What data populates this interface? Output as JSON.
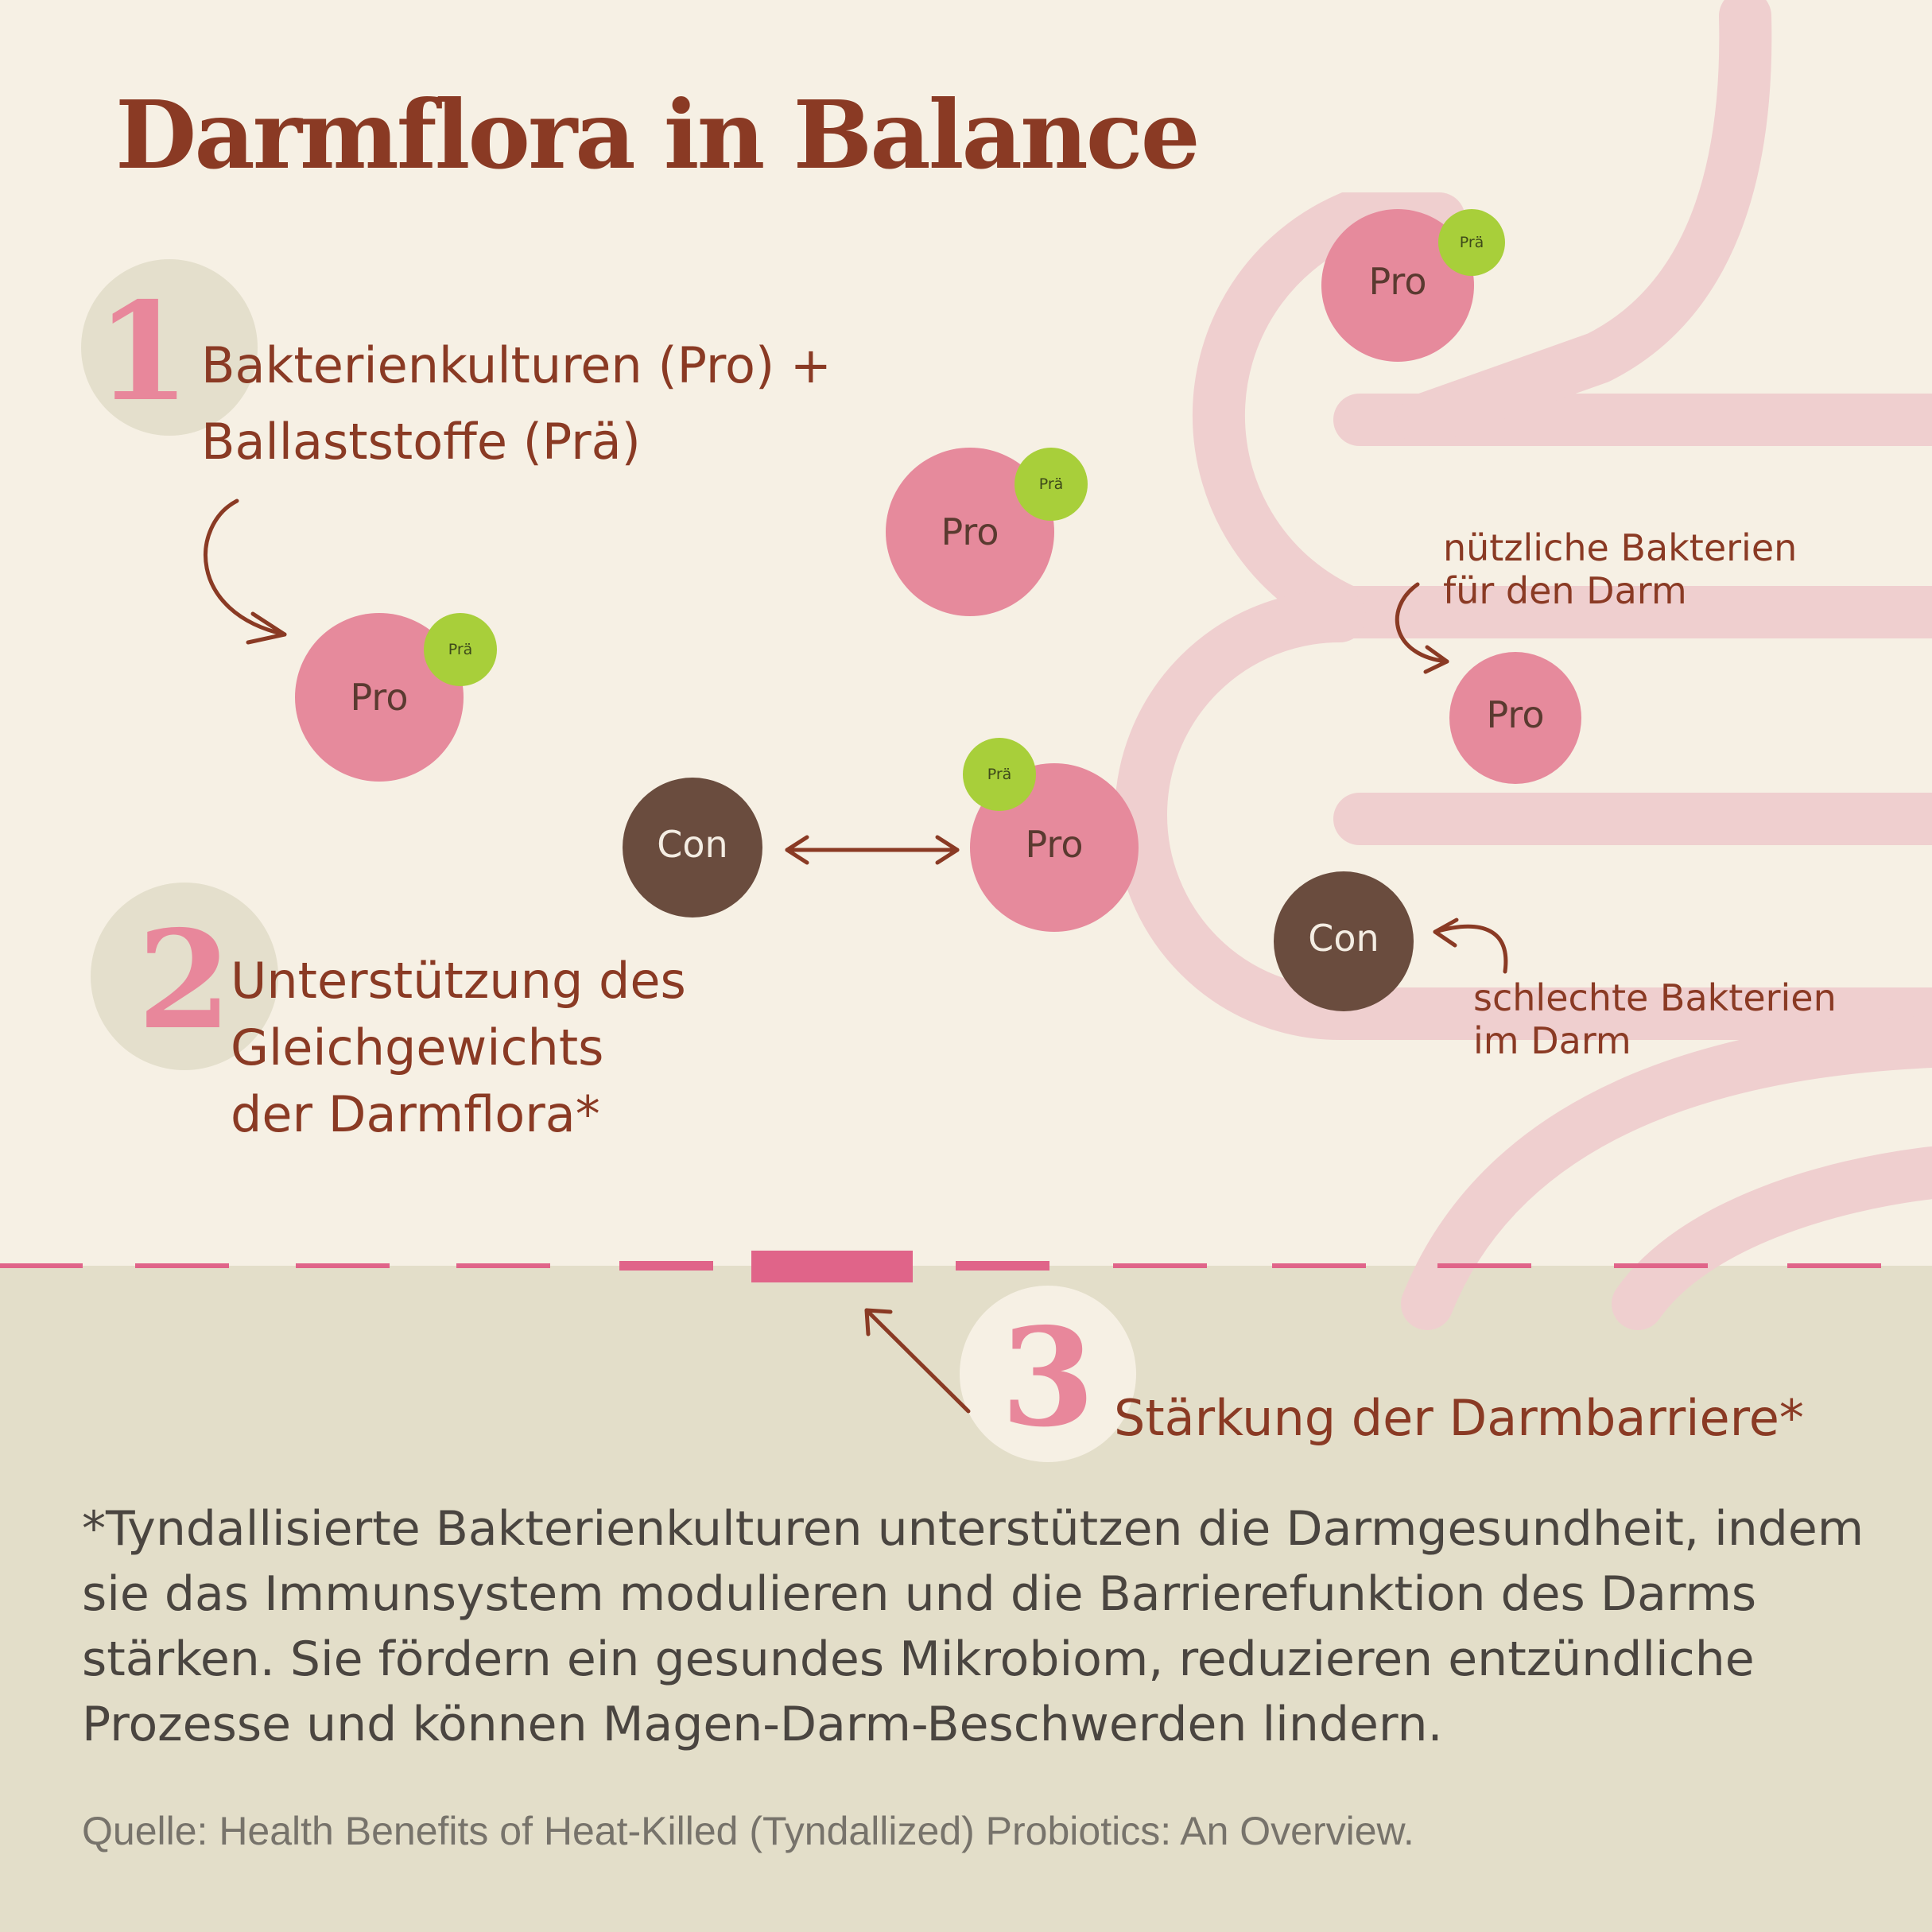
{
  "title": "Darmflora in Balance",
  "steps": [
    {
      "number": "1",
      "text_line1": "Bakterienkulturen (Pro) +",
      "text_line2": "Ballaststoffe (Prä)"
    },
    {
      "number": "2",
      "text_line1": "Unterstützung des",
      "text_line2": "Gleichgewichts",
      "text_line3": "der Darmflora*"
    },
    {
      "number": "3",
      "text_line1": "Stärkung der Darmbarriere*"
    }
  ],
  "bacteria": {
    "probiotic": "Pro",
    "prebiotic": "Prä",
    "contra": "Con"
  },
  "labels": {
    "good_line1": "nützliche Bakterien",
    "good_line2": "für den Darm",
    "bad_line1": "schlechte Bakterien",
    "bad_line2": "im Darm"
  },
  "footnote": "*Tyndallisierte Bakterienkulturen unterstützen die Darmgesundheit, indem sie das Immunsystem modulieren und die Barrierefunktion des Darms stärken. Sie fördern ein gesundes Mikrobiom, reduzieren entzündliche Prozesse und können Magen-Darm-Beschwerden lindern.",
  "source": "Quelle: Health Benefits of Heat-Killed (Tyndallized) Probiotics: An Overview.",
  "colors": {
    "background": "#f6f0e4",
    "lower_band": "#e3dec9",
    "accent_text": "#8a3a24",
    "pro_pink": "#e68a9c",
    "pre_green": "#a8cf3a",
    "con_brown": "#6a4c3e",
    "intestine": "#efcfcf",
    "barrier": "#e06489",
    "number_pink": "#e8879b",
    "number_disc": "#e4dfcc"
  }
}
